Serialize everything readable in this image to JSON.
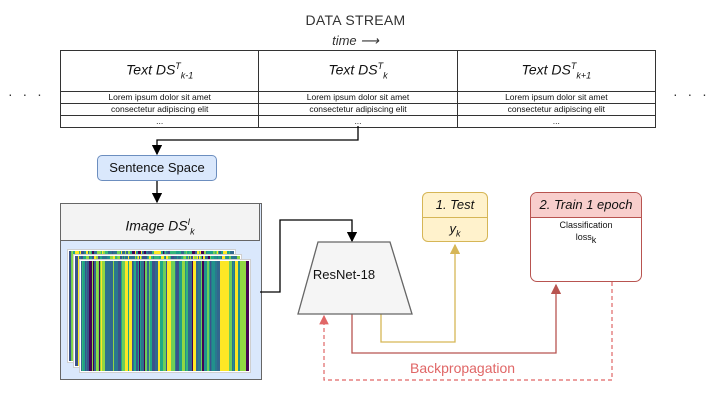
{
  "header": {
    "title": "DATA STREAM",
    "time_label": "time ⟶",
    "ellipsis": "· · ·"
  },
  "text_datasets": [
    {
      "base": "Text DS",
      "sup": "T",
      "sub": "k-1"
    },
    {
      "base": "Text DS",
      "sup": "T",
      "sub": "k"
    },
    {
      "base": "Text DS",
      "sup": "T",
      "sub": "k+1"
    }
  ],
  "rows": [
    "Lorem ipsum dolor sit amet",
    "consectetur adipiscing elit",
    "..."
  ],
  "sentence_space": "Sentence Space",
  "image_ds": {
    "base": "Image DS",
    "sup": "I",
    "sub": "k"
  },
  "model": "ResNet-18",
  "test_box": {
    "title": "1. Test",
    "output_base": "y",
    "output_sub": "k"
  },
  "train_box": {
    "title": "2. Train 1 epoch",
    "subtitle": "Classification",
    "loss_base": "loss",
    "loss_sub": "k"
  },
  "backprop_label": "Backpropagation",
  "colors": {
    "sentence_fill": "#dae8fc",
    "sentence_stroke": "#6c8ebf",
    "test_fill": "#fff2cc",
    "test_stroke": "#d6b656",
    "train_fill": "#f8cecc",
    "train_stroke": "#b85450",
    "bar_green": "#d5e8d4",
    "bar_purple": "#e1d5e7",
    "backprop": "#e06666"
  }
}
